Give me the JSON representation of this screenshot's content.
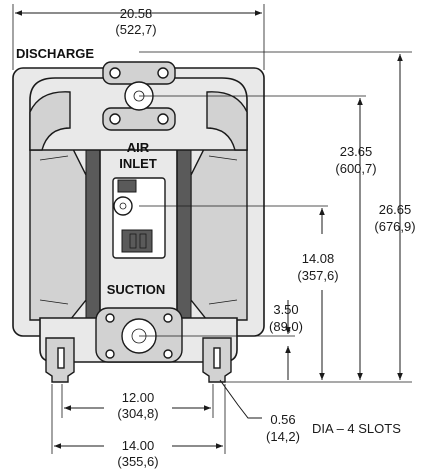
{
  "labels": {
    "discharge": "DISCHARGE",
    "air": "AIR",
    "inlet": "INLET",
    "suction": "SUCTION",
    "slots": "DIA – 4 SLOTS"
  },
  "dims": {
    "top_width": {
      "value": "20.58",
      "metric": "(522,7)"
    },
    "discharge_height": {
      "value": "23.65",
      "metric": "(600,7)"
    },
    "overall_height": {
      "value": "26.65",
      "metric": "(676,9)"
    },
    "air_inlet_height": {
      "value": "14.08",
      "metric": "(357,6)"
    },
    "suction_height": {
      "value": "3.50",
      "metric": "(89,0)"
    },
    "slot_spacing": {
      "value": "12.00",
      "metric": "(304,8)"
    },
    "base_width": {
      "value": "14.00",
      "metric": "(355,6)"
    },
    "slot_dia": {
      "value": "0.56",
      "metric": "(14,2)"
    }
  }
}
